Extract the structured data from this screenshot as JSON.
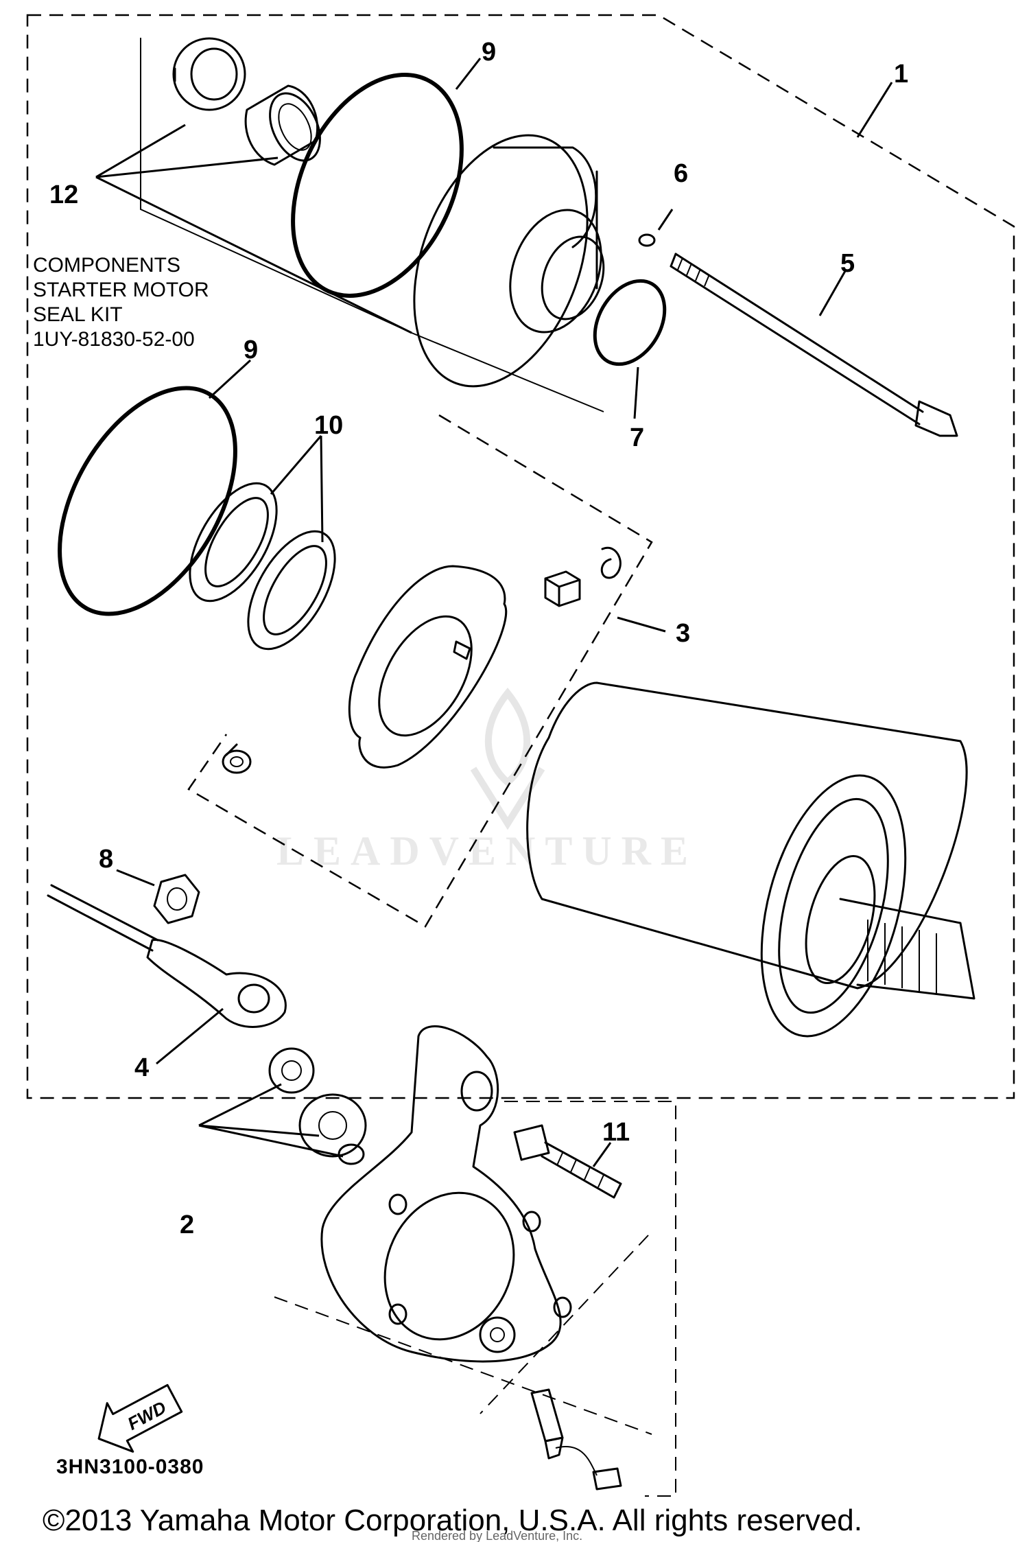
{
  "diagram": {
    "drawing_code": "3HN3100-0380",
    "copyright": "©2013 Yamaha Motor Corporation, U.S.A. All rights reserved.",
    "watermark": "LEADVENTURE",
    "footer_small": "Rendered by LeadVenture, Inc.",
    "direction_label": "FWD",
    "seal_kit_note": [
      "COMPONENTS",
      "STARTER MOTOR",
      "SEAL KIT",
      "1UY-81830-52-00"
    ],
    "callouts": [
      {
        "id": "1",
        "part": "starter motor assembly"
      },
      {
        "id": "2",
        "part": "brush holder set"
      },
      {
        "id": "3",
        "part": "brush set"
      },
      {
        "id": "4",
        "part": "lead wire"
      },
      {
        "id": "5",
        "part": "bolt"
      },
      {
        "id": "6",
        "part": "small o-ring"
      },
      {
        "id": "7",
        "part": "o-ring"
      },
      {
        "id": "8",
        "part": "nut"
      },
      {
        "id": "9",
        "part": "o-ring"
      },
      {
        "id": "9",
        "part": "o-ring"
      },
      {
        "id": "10",
        "part": "washer set"
      },
      {
        "id": "11",
        "part": "bolt"
      },
      {
        "id": "12",
        "part": "seal kit"
      }
    ]
  }
}
